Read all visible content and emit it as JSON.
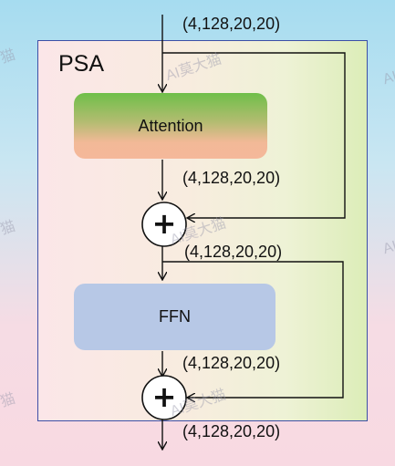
{
  "diagram": {
    "title": "PSA",
    "blocks": {
      "attention": "Attention",
      "ffn": "FFN"
    },
    "shapes": {
      "input": "(4,128,20,20)",
      "after_attention": "(4,128,20,20)",
      "after_add1": "(4,128,20,20)",
      "after_ffn": "(4,128,20,20)",
      "output": "(4,128,20,20)"
    },
    "add_symbol": "+"
  },
  "watermark": {
    "text": "AI莫大猫",
    "partial": "猫"
  },
  "colors": {
    "frame_border": "#3d4fa6",
    "attention_top": "#6fbf49",
    "attention_bottom": "#f5b89a",
    "ffn": "#b7c8e6"
  }
}
